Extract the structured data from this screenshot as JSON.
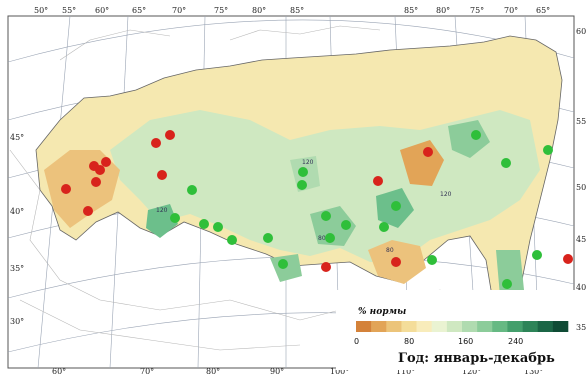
{
  "top_labels": [
    "50°",
    "55°",
    "60°",
    "65°",
    "70°",
    "75°",
    "80°",
    "85°",
    "85°",
    "80°",
    "75°",
    "70°",
    "65°"
  ],
  "bottom_labels": [
    "60°",
    "70°",
    "80°",
    "90°",
    "100°",
    "110°",
    "120°",
    "130°"
  ],
  "left_labels": [
    "45°",
    "40°",
    "35°",
    "30°"
  ],
  "right_labels": [
    "60",
    "55",
    "50",
    "45",
    "40",
    "35"
  ],
  "isoline_labels": [
    "120",
    "120",
    "80",
    "120",
    "80"
  ],
  "legend": {
    "title": "% нормы",
    "ticks": [
      "0",
      "80",
      "160",
      "240"
    ],
    "colors": [
      "#d4823a",
      "#e2a457",
      "#ecc47a",
      "#f4dd9a",
      "#f8ecbb",
      "#eaf3d2",
      "#cfe8c1",
      "#b0dbb0",
      "#8ccc9a",
      "#66b983",
      "#449f6c",
      "#2d8458",
      "#1b6646",
      "#0f4b35"
    ]
  },
  "caption": "Год: январь-декабрь",
  "colors": {
    "station_wet": "#2fbf3a",
    "station_dry": "#d8231c",
    "normal_fill": "#f5e8b0",
    "dry_fill": "#ecc27c",
    "wet_fill": "#cfe8c1",
    "very_wet_fill": "#6cbf8b"
  }
}
